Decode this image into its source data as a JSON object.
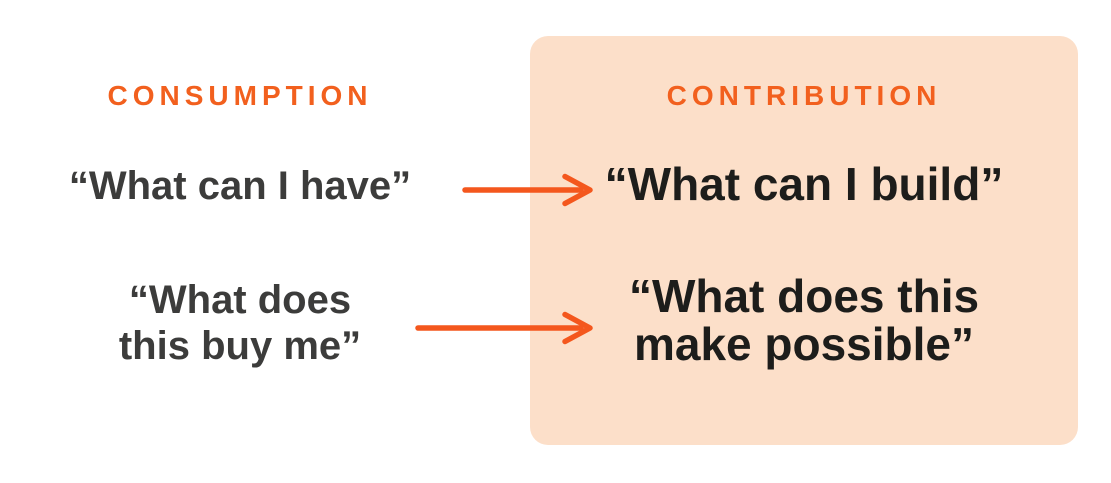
{
  "colors": {
    "accent": "#F2601E",
    "arrow": "#F4571D",
    "panel_bg": "#FCDFC9",
    "left_text": "#3C3C3B",
    "right_text": "#1D1D1B"
  },
  "icons": {
    "arrow_right": "→"
  },
  "left_column": {
    "header": "CONSUMPTION",
    "quote1": "“What can I have”",
    "quote2_line1": "“What does",
    "quote2_line2": "this buy me”"
  },
  "right_column": {
    "header": "CONTRIBUTION",
    "quote1": "“What can I build”",
    "quote2_line1": "“What does this",
    "quote2_line2": "make possible”"
  }
}
